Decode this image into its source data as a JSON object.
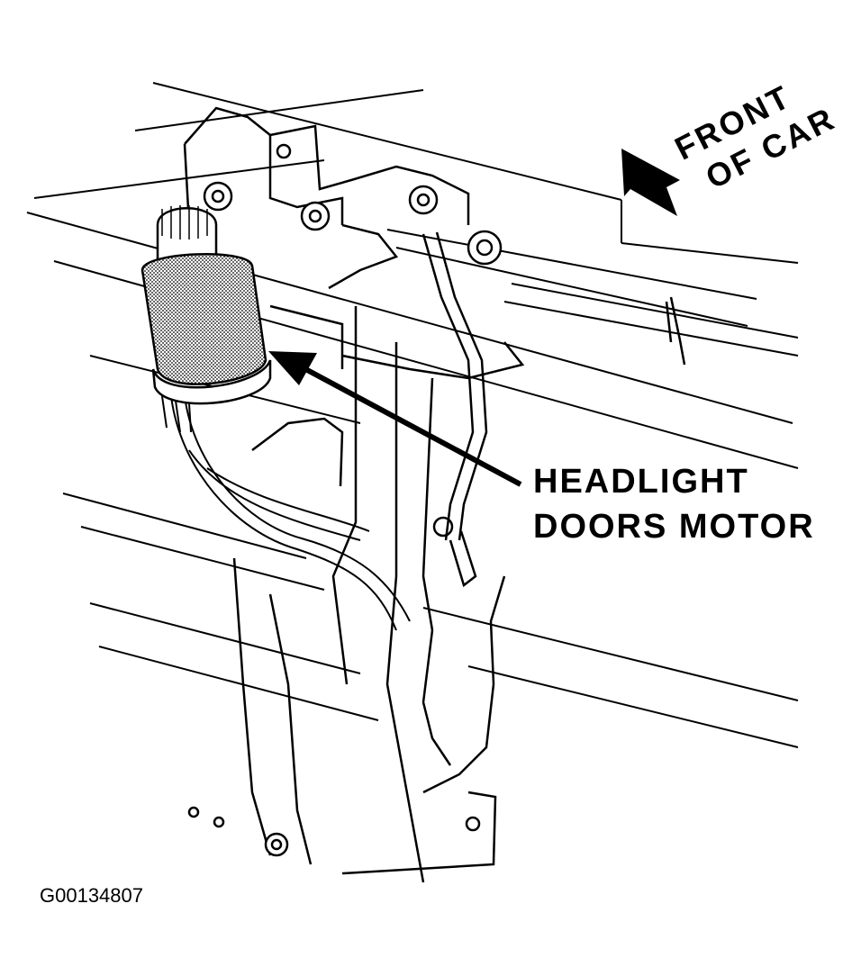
{
  "callout": {
    "line1": "HEADLIGHT",
    "line2": "DOORS MOTOR"
  },
  "direction": {
    "line1": "FRONT",
    "line2": "OF CAR"
  },
  "figure_id": "G00134807"
}
